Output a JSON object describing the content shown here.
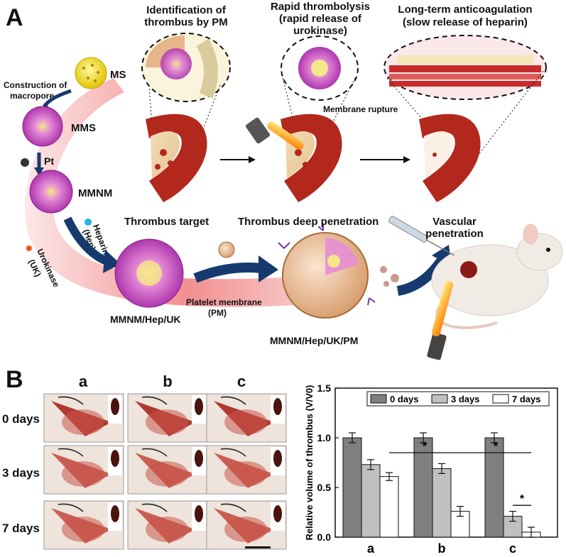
{
  "panel_a": {
    "letter": "A",
    "top_titles": {
      "identification": [
        "Identification of",
        "thrombus by PM"
      ],
      "rapid": [
        "Rapid thrombolysis",
        "(rapid release of",
        "urokinase)"
      ],
      "long_term": [
        "Long-term anticoagulation",
        "(slow release of heparin)"
      ]
    },
    "labels": {
      "ms": "MS",
      "construction": [
        "Construction of",
        "macropore"
      ],
      "mms": "MMS",
      "pt": "Pt",
      "mmnm": "MMNM",
      "heparin": [
        "Heparin",
        "(Hep)"
      ],
      "urokinase": [
        "Urokinase",
        "(UK)"
      ],
      "mmnm_hep_uk": "MMNM/Hep/UK",
      "platelet_membrane": [
        "Platelet membrane",
        "(PM)"
      ],
      "mmnm_hep_uk_pm": "MMNM/Hep/UK/PM",
      "membrane_rupture": "Membrane rupture",
      "thrombus_target": "Thrombus target",
      "deep_penetration": "Thrombus deep penetration",
      "vascular": [
        "Vascular",
        "penetration"
      ]
    }
  },
  "panel_b": {
    "letter": "B",
    "columns": [
      "a",
      "b",
      "c"
    ],
    "rows": [
      "0 days",
      "3 days",
      "7 days"
    ]
  },
  "colors": {
    "bar_0": "#7f7f7f",
    "bar_3": "#c0c0c0",
    "bar_7": "#ffffff",
    "arrow": "#163a6e",
    "band": "#e14b4b",
    "vessel": "#b3281d"
  },
  "chart_data": {
    "type": "bar",
    "ylabel": "Relative volume of thrombus (V/V0)",
    "categories": [
      "a",
      "b",
      "c"
    ],
    "ylim": [
      0,
      1.5
    ],
    "yticks": [
      "0.0",
      "0.5",
      "1.0",
      "1.5"
    ],
    "legend_position": "top",
    "series": [
      {
        "name": "0 days",
        "values": [
          1.0,
          1.0,
          1.0
        ],
        "errors": [
          0.05,
          0.05,
          0.05
        ]
      },
      {
        "name": "3 days",
        "values": [
          0.73,
          0.69,
          0.21
        ],
        "errors": [
          0.05,
          0.05,
          0.05
        ]
      },
      {
        "name": "7 days",
        "values": [
          0.61,
          0.26,
          0.05
        ],
        "errors": [
          0.04,
          0.05,
          0.05
        ]
      }
    ],
    "significance": [
      {
        "from": "a-7",
        "to": "b-7",
        "level": 0.85,
        "label": "*"
      },
      {
        "from": "b-7",
        "to": "c-7",
        "level": 0.85,
        "label": "*"
      },
      {
        "from": "c-3",
        "to": "c-7",
        "level": 0.32,
        "label": "*"
      }
    ]
  }
}
